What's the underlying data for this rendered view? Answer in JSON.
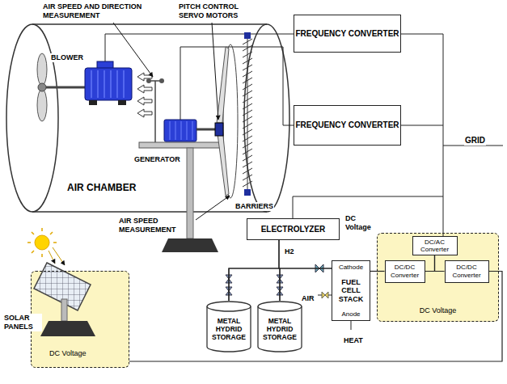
{
  "diagram": {
    "nodes": [
      {
        "text": [
          "AIR CHAMBER"
        ]
      },
      {
        "text": [
          "FREQUENCY CONVERTER"
        ]
      },
      {
        "text": [
          "FREQUENCY CONVERTER"
        ]
      },
      {
        "text": [
          "ELECTROLYZER"
        ]
      },
      {
        "text": [
          "METAL HYDRID STORAGE"
        ]
      },
      {
        "text": [
          "METAL HYDRID STORAGE"
        ]
      },
      {
        "text": [
          "Cathode",
          "FUEL CELL STACK",
          "Anode"
        ]
      },
      {
        "text": [
          "DC Voltage"
        ]
      },
      {
        "text": [
          "DC Voltage"
        ]
      },
      {
        "text": [
          "DC/AC Converter"
        ],
        "in": 8
      },
      {
        "text": [
          "DC/DC Converter"
        ],
        "in": 8
      },
      {
        "text": [
          "DC/DC Converter"
        ],
        "in": 8
      }
    ],
    "edges": [
      {
        "from": 3,
        "to": 4,
        "arrow": "none"
      },
      {
        "from": 3,
        "to": 5,
        "arrow": "none"
      },
      {
        "from": 4,
        "to": 6,
        "arrow": "none"
      },
      {
        "from": 5,
        "to": 6,
        "arrow": "none"
      },
      {
        "from": 6,
        "to": 10,
        "arrow": "none"
      },
      {
        "from": 9,
        "to": 10,
        "arrow": "none"
      },
      {
        "from": 9,
        "to": 11,
        "arrow": "none"
      },
      {
        "from": 7,
        "to": 11,
        "arrow": "none"
      }
    ],
    "labels": [
      "AIR SPEED AND DIRECTION MEASUREMENT",
      "PITCH CONTROL SERVO MOTORS",
      "BLOWER",
      "GENERATOR",
      "GRID",
      "BARRIERS",
      "AIR SPEED MEASUREMENT",
      "DC Voltage",
      "H2",
      "AIR",
      "HEAT",
      "SOLAR PANELS"
    ]
  }
}
